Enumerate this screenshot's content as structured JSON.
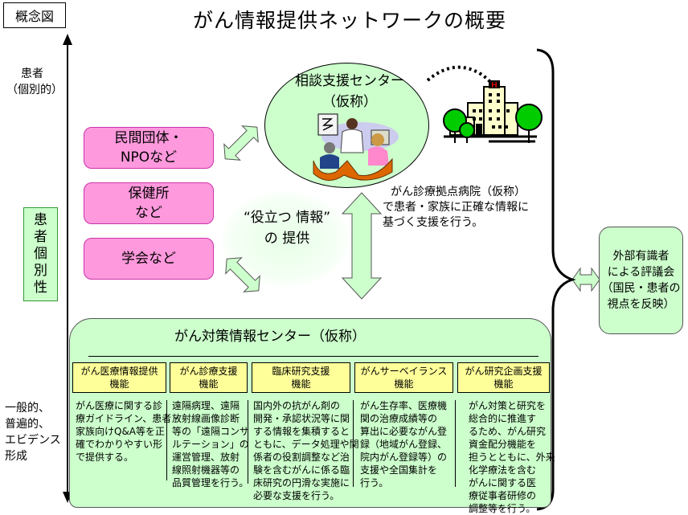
{
  "concept_label": "概念図",
  "title": "がん情報提供ネットワークの概要",
  "axis": {
    "top_label_line1": "患者",
    "top_label_line2": "（個別的）",
    "bottom_label": [
      "一般的、",
      "普遍的、",
      "エビデンス",
      "形成"
    ],
    "middle_label": [
      "患",
      "者",
      "個",
      "別",
      "性"
    ]
  },
  "organizations": [
    {
      "lines": [
        "民間団体・",
        "NPOなど"
      ]
    },
    {
      "lines": [
        "保健所",
        "など"
      ]
    },
    {
      "lines": [
        "学会など"
      ]
    }
  ],
  "useful_info": {
    "line1": "“役立つ 情報”",
    "line2": "の 提供"
  },
  "consult_center": {
    "line1": "相談支援センター",
    "line2": "（仮称）"
  },
  "hospital": {
    "icon": "hospital-icon",
    "sign": "H",
    "description": [
      "がん診療拠点病院（仮称）",
      "で患者・家族に正確な情報に",
      "基づく支援を行う。"
    ]
  },
  "external_council": {
    "lines": [
      "外部有識者",
      "による評議会",
      "（国民・患者の",
      "視点を反映）"
    ]
  },
  "info_center": {
    "title": "がん対策情報センター（仮称）",
    "functions": [
      {
        "name_line1": "がん医療情報提供",
        "name_line2": "機能",
        "desc": [
          "がん医療に関する診",
          "療ガイドライン、患者・",
          "家族向けQ&A等を正",
          "確でわかりやすい形",
          "で提供する。"
        ]
      },
      {
        "name_line1": "がん診療支援",
        "name_line2": "機能",
        "desc": [
          "遠隔病理、遠隔",
          "放射線画像診断",
          "等の「遠隔コンサ",
          "ルテーション」の",
          "運営管理、放射",
          "線照射機器等の",
          "品質管理を行う。"
        ]
      },
      {
        "name_line1": "臨床研究支援",
        "name_line2": "機能",
        "desc": [
          "国内外の抗がん剤の",
          "開発・承認状況等に関",
          "する情報を集積すると",
          "ともに、データ処理や関",
          "係者の役割調整など治",
          "験を含むがんに係る臨",
          "床研究の円滑な実施に",
          "必要な支援を行う。"
        ]
      },
      {
        "name_line1": "がんサーベイランス",
        "name_line2": "機能",
        "desc": [
          "がん生存率、医療機",
          "関の治療成績等の",
          "算出に必要ながん登",
          "録（地域がん登録、",
          "院内がん登録等）の",
          "支援や全国集計を",
          "行う。"
        ]
      },
      {
        "name_line1": "がん研究企画支援",
        "name_line2": "機能",
        "desc": [
          "がん対策と研究を",
          "総合的に推進す",
          "るため、がん研究",
          "資金配分機能を",
          "担うとともに、外来",
          "化学療法を含む",
          "がんに関する医",
          "療従事者研修の",
          "調整等を行う。"
        ]
      }
    ]
  },
  "colors": {
    "green_fill": "#ccffcc",
    "pink_fill": "#ff99dd",
    "yellow_fill": "#ffff99",
    "tree_green": "#00cc00",
    "hospital_fill": "#ffffcc",
    "sign_red": "#dd0000"
  }
}
